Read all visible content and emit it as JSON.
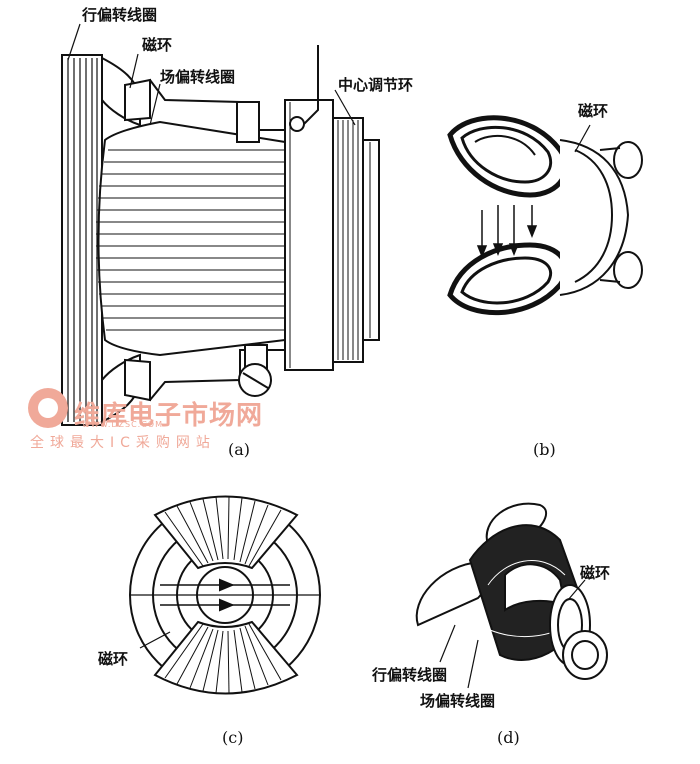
{
  "labels": {
    "a_horizontal_coil": "行偏转线圈",
    "a_magnetic_ring": "磁环",
    "a_vertical_coil": "场偏转线圈",
    "a_center_ring": "中心调节环",
    "b_magnetic_ring": "磁环",
    "c_magnetic_ring": "磁环",
    "d_magnetic_ring": "磁环",
    "d_horizontal_coil": "行偏转线圈",
    "d_vertical_coil": "场偏转线圈"
  },
  "captions": {
    "a": "(a)",
    "b": "(b)",
    "c": "(c)",
    "d": "(d)"
  },
  "watermark": {
    "main": "维库电子市场网",
    "url": "WWW.DZSC.COM",
    "sub": "全球最大IC采购网站"
  },
  "colors": {
    "ink": "#111111",
    "watermark": "#f0a999"
  }
}
